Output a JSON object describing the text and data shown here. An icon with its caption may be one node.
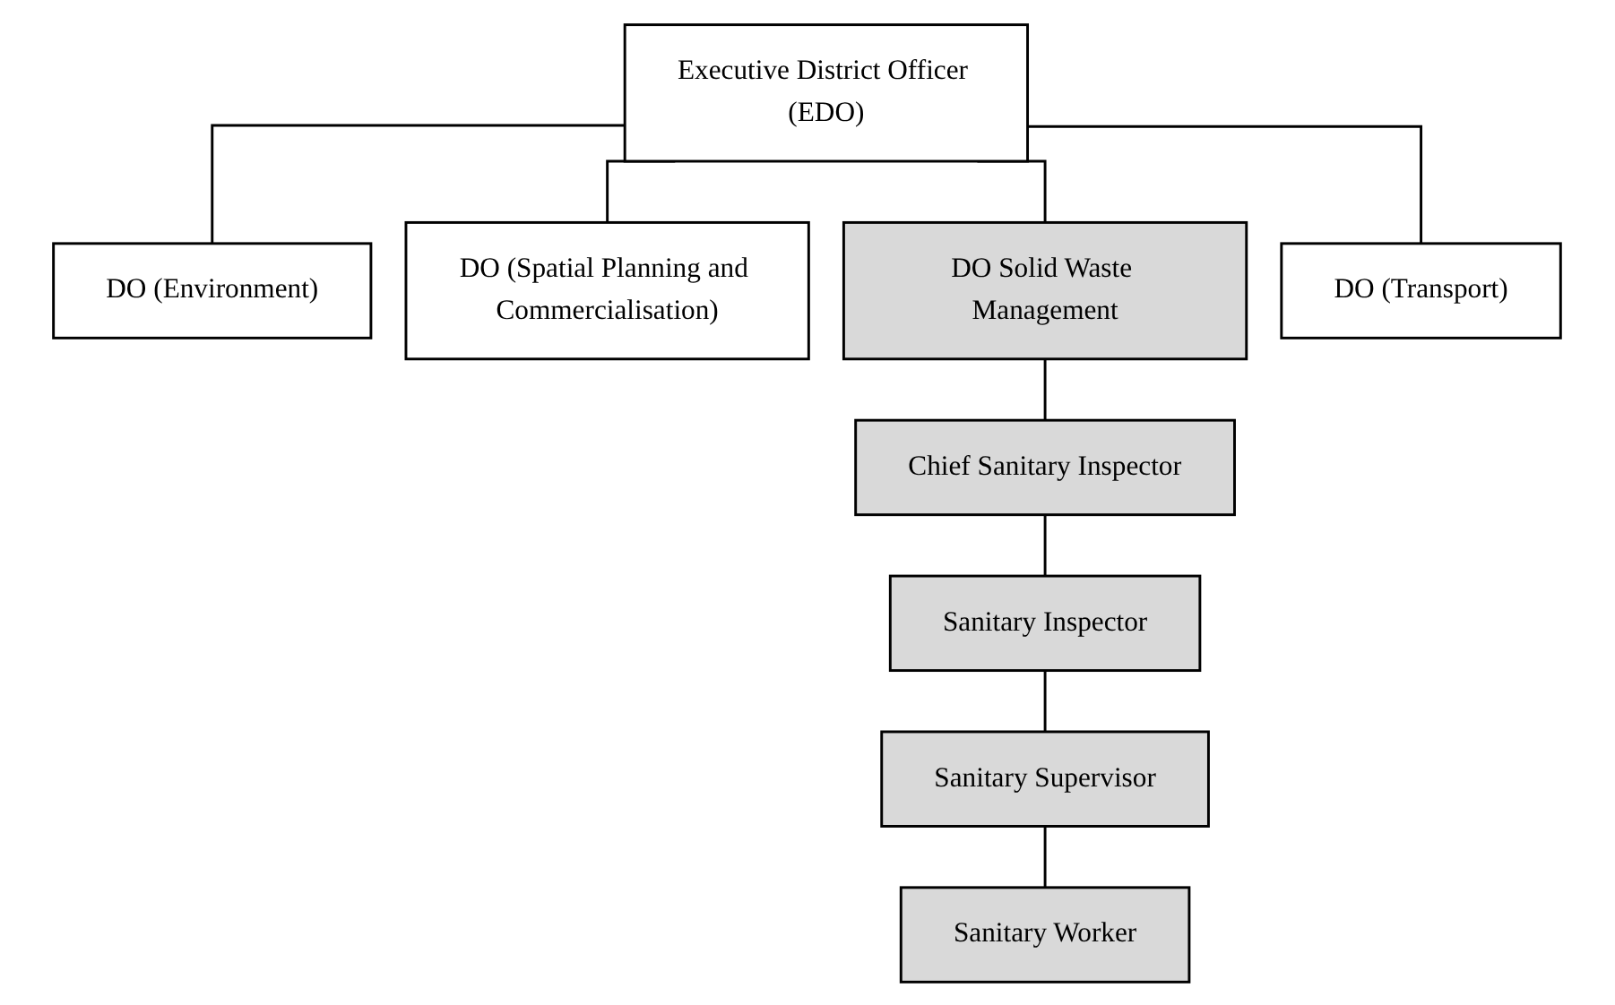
{
  "diagram": {
    "nodes": [
      {
        "text": [
          "Executive District Officer (EDO)"
        ]
      },
      {
        "text": [
          "DO (Environment)"
        ]
      },
      {
        "text": [
          "DO (Spatial Planning and Commercialisation)"
        ]
      },
      {
        "text": [
          "DO Solid Waste Management"
        ]
      },
      {
        "text": [
          "DO (Transport)"
        ]
      },
      {
        "text": [
          "Chief Sanitary Inspector"
        ]
      },
      {
        "text": [
          "Sanitary Inspector"
        ]
      },
      {
        "text": [
          "Sanitary Supervisor"
        ]
      },
      {
        "text": [
          "Sanitary Worker"
        ]
      }
    ],
    "edges": [
      {
        "from": 0,
        "to": 1,
        "arrow": "none"
      },
      {
        "from": 0,
        "to": 2,
        "arrow": "none"
      },
      {
        "from": 0,
        "to": 3,
        "arrow": "none"
      },
      {
        "from": 0,
        "to": 4,
        "arrow": "none"
      },
      {
        "from": 3,
        "to": 5,
        "arrow": "none"
      },
      {
        "from": 5,
        "to": 6,
        "arrow": "none"
      },
      {
        "from": 6,
        "to": 7,
        "arrow": "none"
      },
      {
        "from": 7,
        "to": 8,
        "arrow": "none"
      }
    ]
  }
}
